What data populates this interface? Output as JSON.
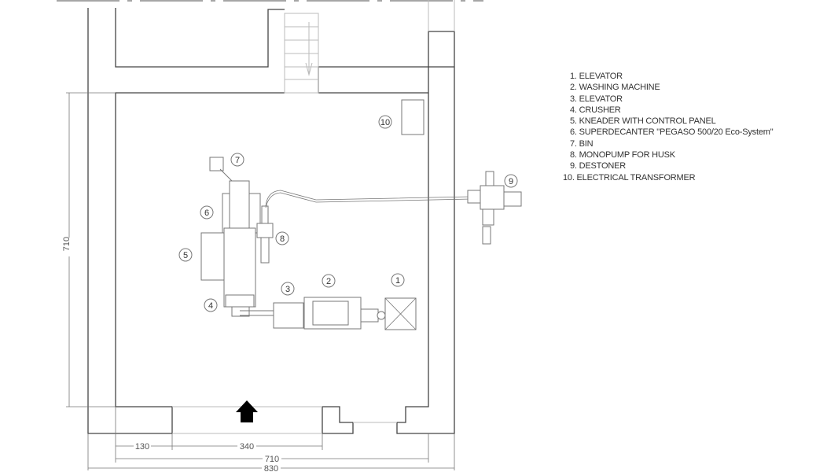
{
  "legend": [
    "1. ELEVATOR",
    "2. WASHING MACHINE",
    "3. ELEVATOR",
    "4. CRUSHER",
    "5. KNEADER WITH CONTROL PANEL",
    "6. SUPERDECANTER \"PEGASO 500/20 Eco-System\"",
    "7. BIN",
    "8. MONOPUMP FOR HUSK",
    "9. DESTONER",
    "10. ELECTRICAL TRANSFORMER"
  ],
  "markers": [
    "1",
    "2",
    "3",
    "4",
    "5",
    "6",
    "7",
    "8",
    "9",
    "10"
  ],
  "dimensions": {
    "left_opening": "130",
    "door_width": "340",
    "inner_width": "710",
    "outer_width": "830",
    "inner_depth": "710"
  }
}
